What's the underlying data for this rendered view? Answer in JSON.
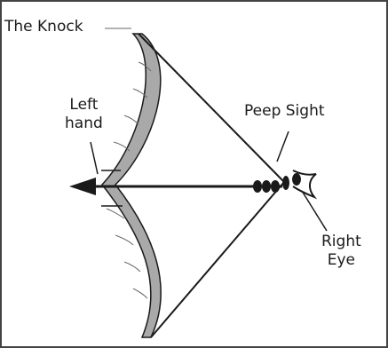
{
  "labels": {
    "knock": "The Knock",
    "left_hand_1": "Left",
    "left_hand_2": "hand",
    "peep_sight": "Peep Sight",
    "right_eye_1": "Right",
    "right_eye_2": "Eye"
  },
  "colors": {
    "ink": "#1a1a1a",
    "bow_fill": "#a9a9a9",
    "frame": "#444444"
  }
}
